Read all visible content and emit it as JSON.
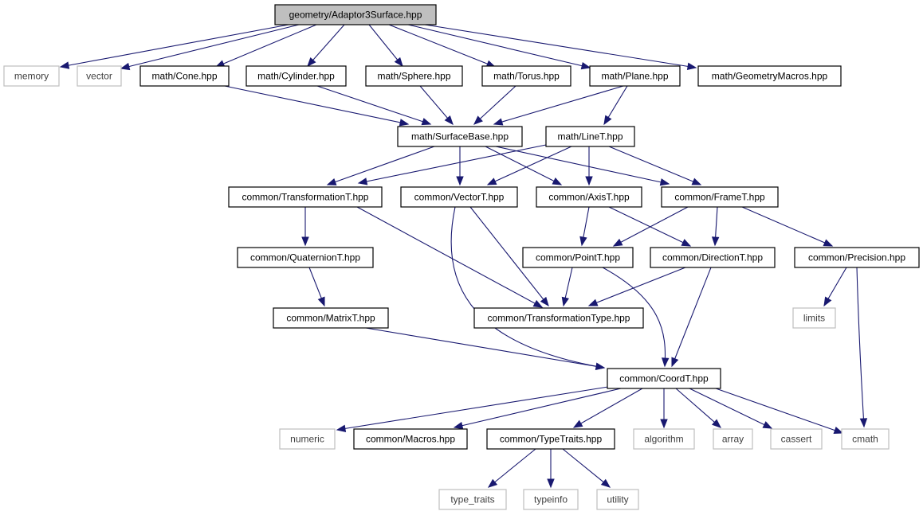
{
  "title": "geometry/Adaptor3Surface.hpp",
  "colors": {
    "edge": "#191970",
    "root_fill": "#bfbfbf",
    "node_border": "#000000",
    "external_border": "#bfbfbf"
  },
  "nodes": [
    {
      "id": "adaptor3surface",
      "label": "geometry/Adaptor3Surface.hpp",
      "kind": "root"
    },
    {
      "id": "memory",
      "label": "memory",
      "kind": "external"
    },
    {
      "id": "vector",
      "label": "vector",
      "kind": "external"
    },
    {
      "id": "cone",
      "label": "math/Cone.hpp",
      "kind": "file"
    },
    {
      "id": "cylinder",
      "label": "math/Cylinder.hpp",
      "kind": "file"
    },
    {
      "id": "sphere",
      "label": "math/Sphere.hpp",
      "kind": "file"
    },
    {
      "id": "torus",
      "label": "math/Torus.hpp",
      "kind": "file"
    },
    {
      "id": "plane",
      "label": "math/Plane.hpp",
      "kind": "file"
    },
    {
      "id": "geometrymacros",
      "label": "math/GeometryMacros.hpp",
      "kind": "file"
    },
    {
      "id": "surfacebase",
      "label": "math/SurfaceBase.hpp",
      "kind": "file"
    },
    {
      "id": "linet",
      "label": "math/LineT.hpp",
      "kind": "file"
    },
    {
      "id": "transformationt",
      "label": "common/TransformationT.hpp",
      "kind": "file"
    },
    {
      "id": "vectort",
      "label": "common/VectorT.hpp",
      "kind": "file"
    },
    {
      "id": "axist",
      "label": "common/AxisT.hpp",
      "kind": "file"
    },
    {
      "id": "framet",
      "label": "common/FrameT.hpp",
      "kind": "file"
    },
    {
      "id": "quaterniont",
      "label": "common/QuaternionT.hpp",
      "kind": "file"
    },
    {
      "id": "pointt",
      "label": "common/PointT.hpp",
      "kind": "file"
    },
    {
      "id": "directiont",
      "label": "common/DirectionT.hpp",
      "kind": "file"
    },
    {
      "id": "precision",
      "label": "common/Precision.hpp",
      "kind": "file"
    },
    {
      "id": "matrixt",
      "label": "common/MatrixT.hpp",
      "kind": "file"
    },
    {
      "id": "transformationtype",
      "label": "common/TransformationType.hpp",
      "kind": "file"
    },
    {
      "id": "limits",
      "label": "limits",
      "kind": "external"
    },
    {
      "id": "coordt",
      "label": "common/CoordT.hpp",
      "kind": "file"
    },
    {
      "id": "numeric",
      "label": "numeric",
      "kind": "external"
    },
    {
      "id": "macros",
      "label": "common/Macros.hpp",
      "kind": "file"
    },
    {
      "id": "typetraits",
      "label": "common/TypeTraits.hpp",
      "kind": "file"
    },
    {
      "id": "algorithm",
      "label": "algorithm",
      "kind": "external"
    },
    {
      "id": "array",
      "label": "array",
      "kind": "external"
    },
    {
      "id": "cassert",
      "label": "cassert",
      "kind": "external"
    },
    {
      "id": "cmath",
      "label": "cmath",
      "kind": "external"
    },
    {
      "id": "type_traits",
      "label": "type_traits",
      "kind": "external"
    },
    {
      "id": "typeinfo",
      "label": "typeinfo",
      "kind": "external"
    },
    {
      "id": "utility",
      "label": "utility",
      "kind": "external"
    }
  ],
  "edges": [
    {
      "from": "adaptor3surface",
      "to": "memory"
    },
    {
      "from": "adaptor3surface",
      "to": "vector"
    },
    {
      "from": "adaptor3surface",
      "to": "cone"
    },
    {
      "from": "adaptor3surface",
      "to": "cylinder"
    },
    {
      "from": "adaptor3surface",
      "to": "sphere"
    },
    {
      "from": "adaptor3surface",
      "to": "torus"
    },
    {
      "from": "adaptor3surface",
      "to": "plane"
    },
    {
      "from": "adaptor3surface",
      "to": "geometrymacros"
    },
    {
      "from": "cone",
      "to": "surfacebase"
    },
    {
      "from": "cylinder",
      "to": "surfacebase"
    },
    {
      "from": "sphere",
      "to": "surfacebase"
    },
    {
      "from": "torus",
      "to": "surfacebase"
    },
    {
      "from": "plane",
      "to": "surfacebase"
    },
    {
      "from": "plane",
      "to": "linet"
    },
    {
      "from": "surfacebase",
      "to": "transformationt"
    },
    {
      "from": "surfacebase",
      "to": "vectort"
    },
    {
      "from": "surfacebase",
      "to": "axist"
    },
    {
      "from": "surfacebase",
      "to": "framet"
    },
    {
      "from": "linet",
      "to": "transformationt"
    },
    {
      "from": "linet",
      "to": "vectort"
    },
    {
      "from": "linet",
      "to": "axist"
    },
    {
      "from": "linet",
      "to": "framet"
    },
    {
      "from": "transformationt",
      "to": "quaterniont"
    },
    {
      "from": "transformationt",
      "to": "transformationtype"
    },
    {
      "from": "vectort",
      "to": "transformationtype"
    },
    {
      "from": "vectort",
      "to": "coordt"
    },
    {
      "from": "axist",
      "to": "pointt"
    },
    {
      "from": "axist",
      "to": "directiont"
    },
    {
      "from": "framet",
      "to": "pointt"
    },
    {
      "from": "framet",
      "to": "directiont"
    },
    {
      "from": "framet",
      "to": "precision"
    },
    {
      "from": "quaterniont",
      "to": "matrixt"
    },
    {
      "from": "matrixt",
      "to": "coordt"
    },
    {
      "from": "pointt",
      "to": "transformationtype"
    },
    {
      "from": "pointt",
      "to": "coordt"
    },
    {
      "from": "directiont",
      "to": "transformationtype"
    },
    {
      "from": "directiont",
      "to": "coordt"
    },
    {
      "from": "precision",
      "to": "limits"
    },
    {
      "from": "precision",
      "to": "cmath"
    },
    {
      "from": "coordt",
      "to": "numeric"
    },
    {
      "from": "coordt",
      "to": "macros"
    },
    {
      "from": "coordt",
      "to": "typetraits"
    },
    {
      "from": "coordt",
      "to": "algorithm"
    },
    {
      "from": "coordt",
      "to": "array"
    },
    {
      "from": "coordt",
      "to": "cassert"
    },
    {
      "from": "coordt",
      "to": "cmath"
    },
    {
      "from": "typetraits",
      "to": "type_traits"
    },
    {
      "from": "typetraits",
      "to": "typeinfo"
    },
    {
      "from": "typetraits",
      "to": "utility"
    }
  ]
}
